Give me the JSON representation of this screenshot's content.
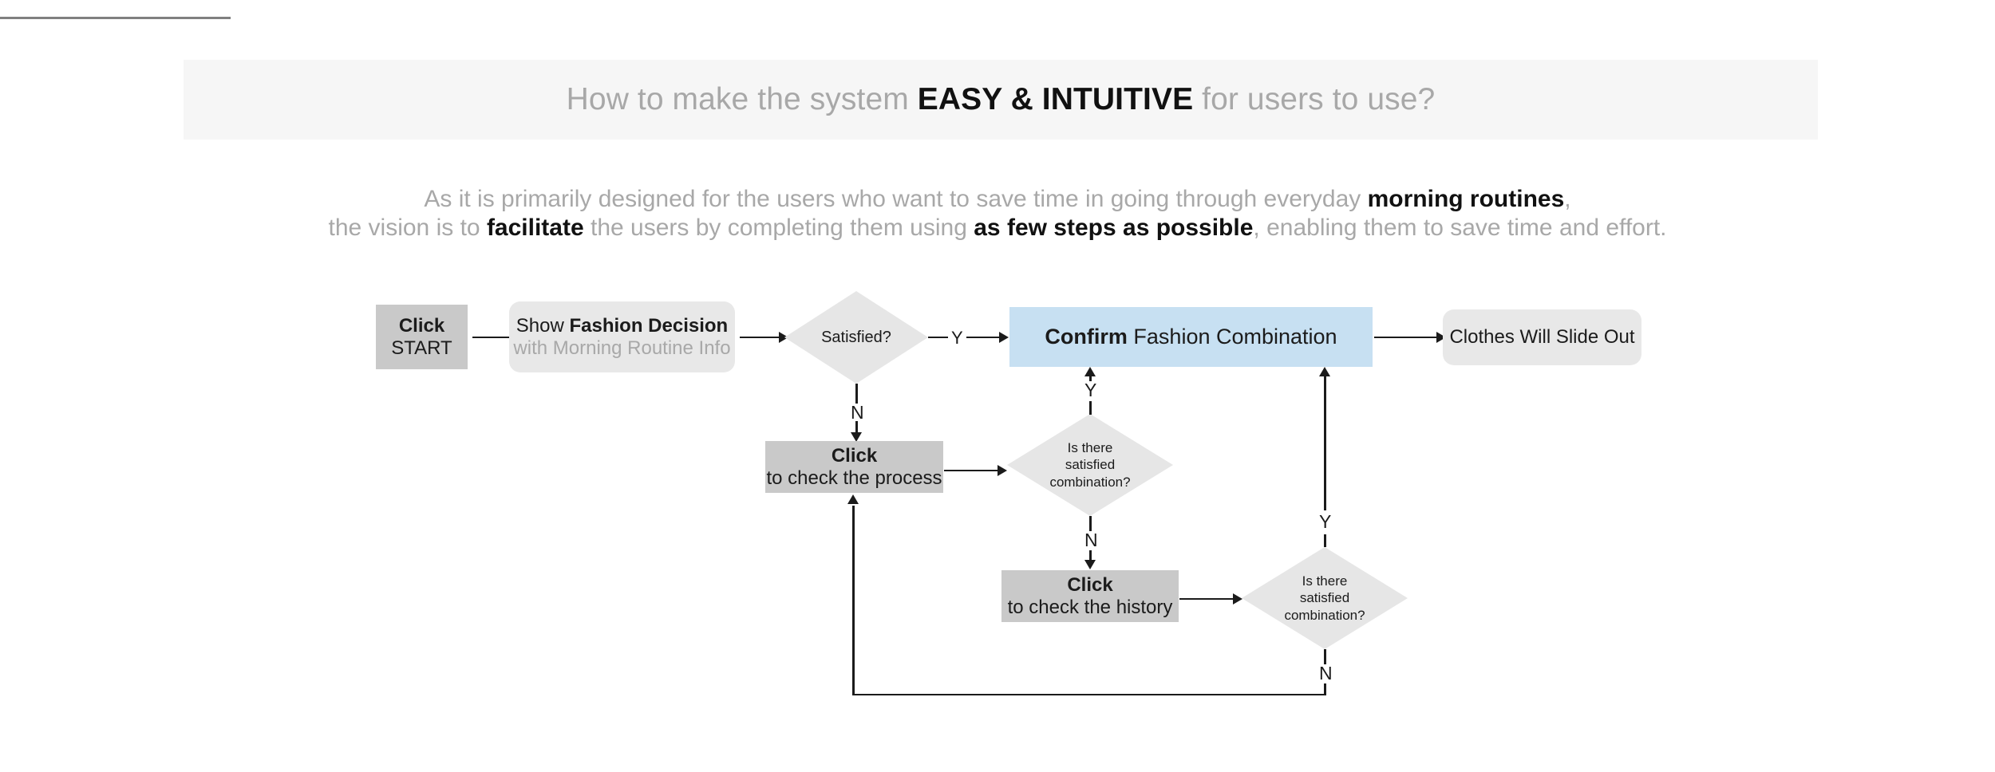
{
  "header": {
    "banner_prefix": "How to make the system ",
    "banner_emphasis": "EASY & INTUITIVE",
    "banner_suffix": " for users to use?",
    "banner_bg": "#f6f6f6",
    "muted_color": "#a8a8a8"
  },
  "subtitle": {
    "line1_a": "As it is primarily designed for the users who want to save time in going through everyday ",
    "line1_b": "morning routines",
    "line1_c": ",",
    "line2_a": "the vision is to ",
    "line2_b": "facilitate",
    "line2_c": " the users by completing them using ",
    "line2_d": "as few steps as possible",
    "line2_e": ", enabling them to save time and effort."
  },
  "chart_data": {
    "type": "diagram",
    "diagram_kind": "flowchart",
    "title": "How to make the system EASY & INTUITIVE for users to use?",
    "nodes": [
      {
        "id": "start",
        "shape": "rect",
        "fill": "#c9c9c9",
        "line1": "Click",
        "line2": "START"
      },
      {
        "id": "show_decision",
        "shape": "rounded-rect",
        "fill": "#e8e8e8",
        "line1_a": "Show ",
        "line1_b": "Fashion Decision",
        "line2": "with Morning Routine Info"
      },
      {
        "id": "satisfied",
        "shape": "diamond",
        "fill": "#e6e6e6",
        "label": "Satisfied?"
      },
      {
        "id": "confirm",
        "shape": "rect",
        "fill": "#c7e0f2",
        "line1_a": "Confirm",
        "line1_b": " Fashion Combination"
      },
      {
        "id": "slide_out",
        "shape": "rounded-rect",
        "fill": "#e8e8e8",
        "label": "Clothes Will Slide Out"
      },
      {
        "id": "check_process",
        "shape": "rect",
        "fill": "#c9c9c9",
        "line1": "Click",
        "line2": "to check the process"
      },
      {
        "id": "satisfied_comb1",
        "shape": "diamond",
        "fill": "#e6e6e6",
        "label": "Is there\nsatisfied\ncombination?"
      },
      {
        "id": "check_history",
        "shape": "rect",
        "fill": "#c9c9c9",
        "line1": "Click",
        "line2": "to check the history"
      },
      {
        "id": "satisfied_comb2",
        "shape": "diamond",
        "fill": "#e6e6e6",
        "label": "Is there\nsatisfied\ncombination?"
      }
    ],
    "edges": [
      {
        "from": "start",
        "to": "show_decision",
        "label": ""
      },
      {
        "from": "show_decision",
        "to": "satisfied",
        "label": ""
      },
      {
        "from": "satisfied",
        "to": "confirm",
        "label": "Y"
      },
      {
        "from": "satisfied",
        "to": "check_process",
        "label": "N"
      },
      {
        "from": "confirm",
        "to": "slide_out",
        "label": ""
      },
      {
        "from": "check_process",
        "to": "satisfied_comb1",
        "label": ""
      },
      {
        "from": "satisfied_comb1",
        "to": "confirm",
        "label": "Y"
      },
      {
        "from": "satisfied_comb1",
        "to": "check_history",
        "label": "N"
      },
      {
        "from": "check_history",
        "to": "satisfied_comb2",
        "label": ""
      },
      {
        "from": "satisfied_comb2",
        "to": "confirm",
        "label": "Y"
      },
      {
        "from": "satisfied_comb2",
        "to": "check_process",
        "label": "N"
      }
    ]
  }
}
